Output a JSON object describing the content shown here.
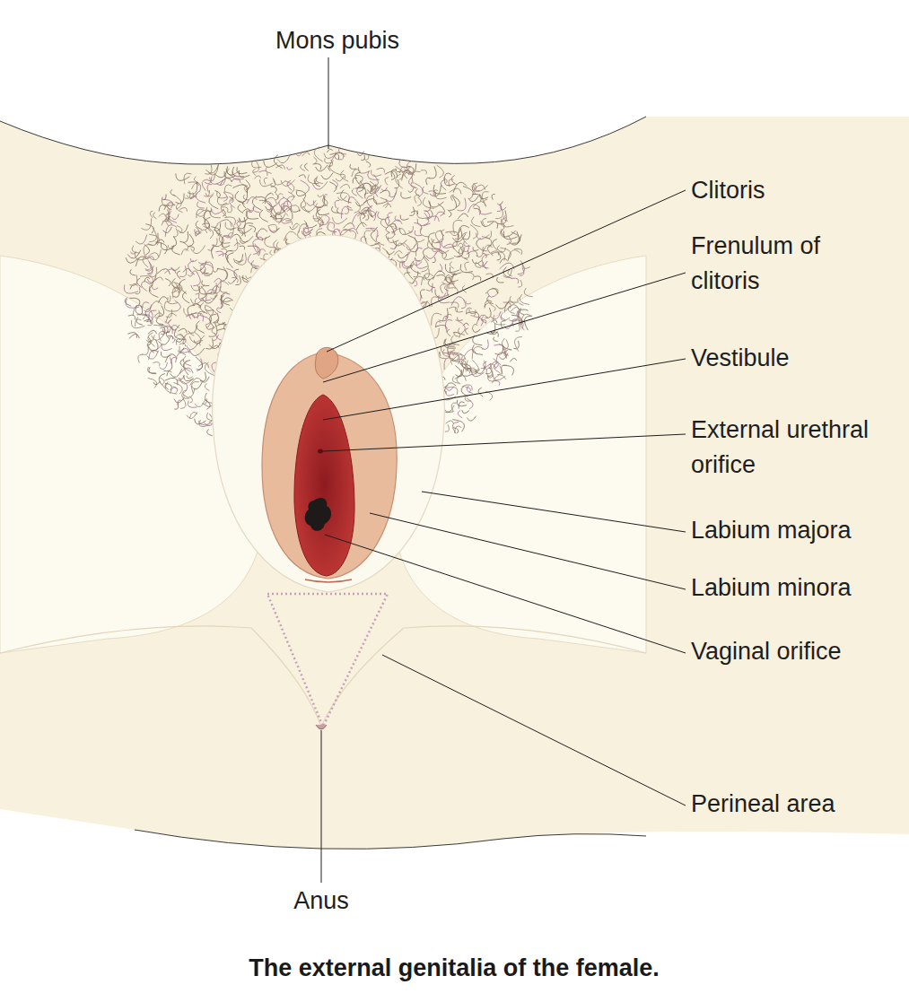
{
  "diagram": {
    "caption": "The external genitalia of the female.",
    "labels": [
      "Mons pubis",
      "Clitoris",
      "Frenulum of clitoris",
      "Vestibule",
      "External urethral orifice",
      "Labium majora",
      "Labium minora",
      "Vaginal orifice",
      "Perineal area",
      "Anus"
    ]
  }
}
